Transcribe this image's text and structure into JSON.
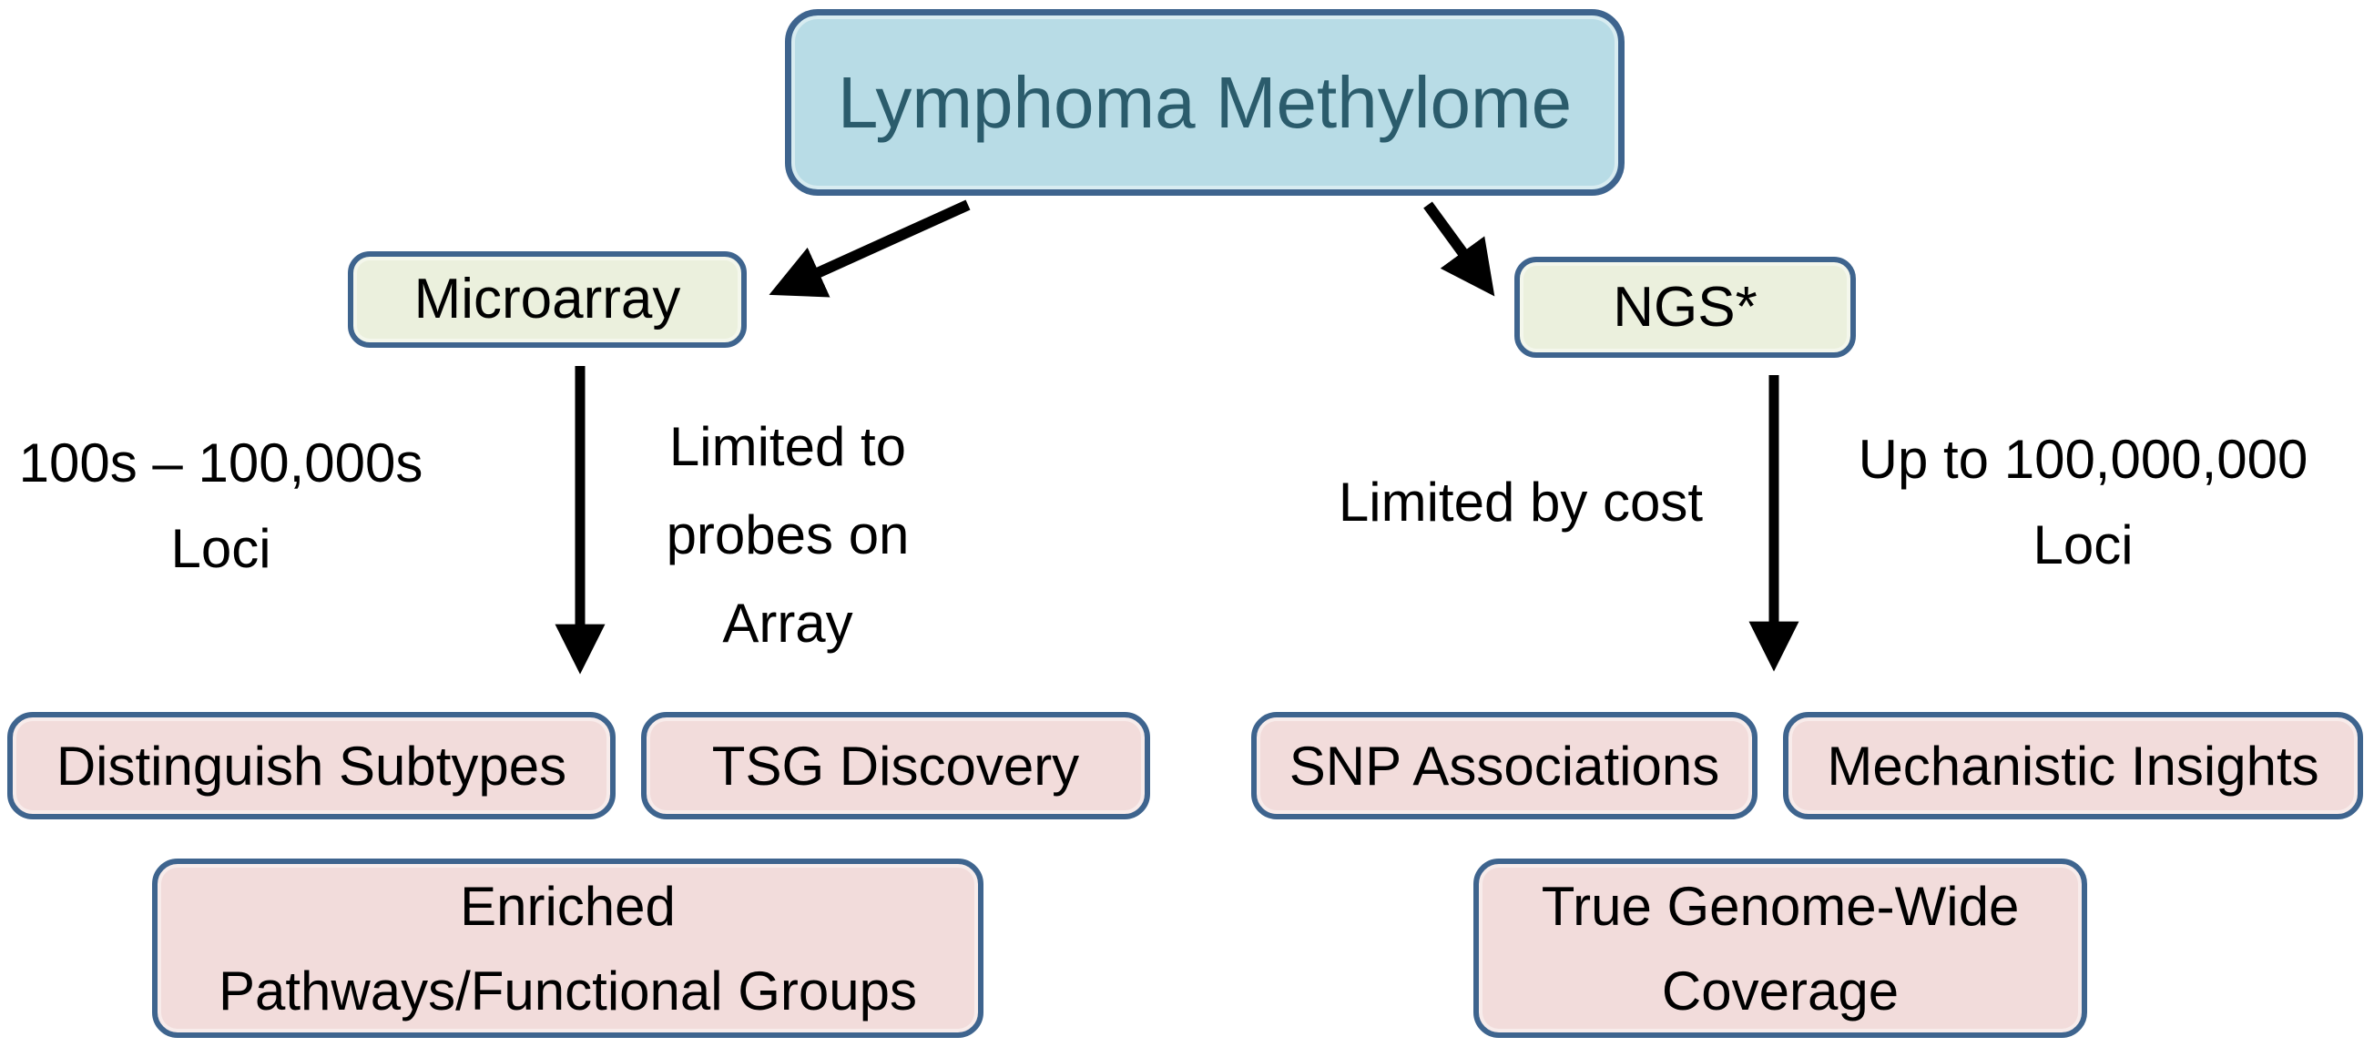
{
  "root": {
    "label": "Lymphoma Methylome"
  },
  "methods": {
    "microarray": {
      "label": "Microarray"
    },
    "ngs": {
      "label": "NGS*"
    }
  },
  "notes": {
    "microarray_loci": {
      "line1": "100s – 100,000s",
      "line2": "Loci"
    },
    "microarray_limit": {
      "line1": "Limited to",
      "line2": "probes on",
      "line3": "Array"
    },
    "ngs_limit": {
      "line1": "Limited by cost"
    },
    "ngs_loci": {
      "line1": "Up to 100,000,000",
      "line2": "Loci"
    }
  },
  "outcomes": {
    "microarray": {
      "box1": "Distinguish Subtypes",
      "box2": "TSG Discovery",
      "wide_line1": "Enriched",
      "wide_line2": "Pathways/Functional Groups"
    },
    "ngs": {
      "box1": "SNP Associations",
      "box2": "Mechanistic Insights",
      "wide_line1": "True Genome-Wide",
      "wide_line2": "Coverage"
    }
  },
  "colors": {
    "root_fill": "#B8DCE6",
    "root_text": "#2B5C6C",
    "method_fill": "#EBF0DD",
    "outcome_fill": "#F2DCDB",
    "border": "#3E648E",
    "arrow": "#000000"
  }
}
